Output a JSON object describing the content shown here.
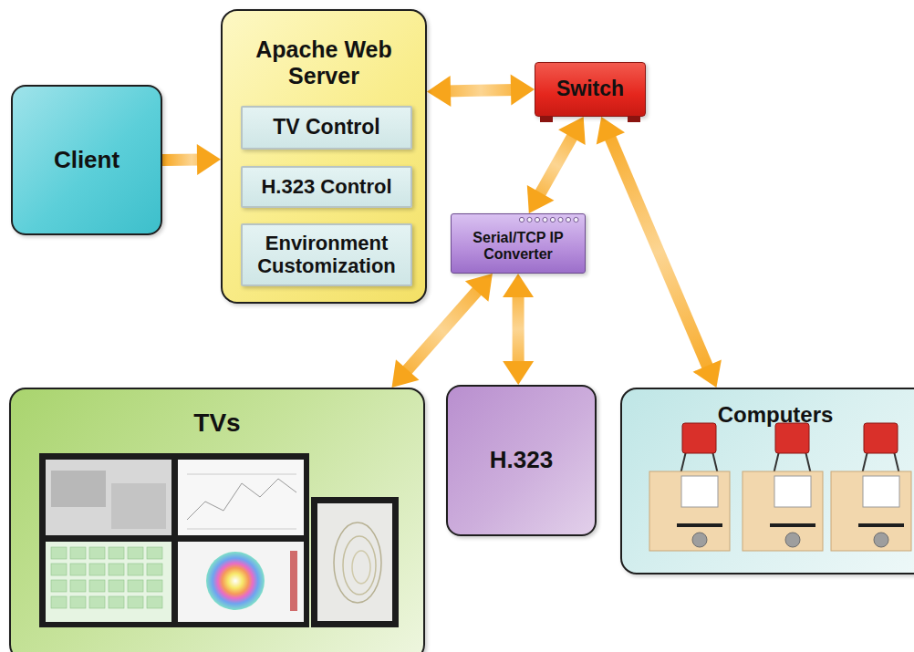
{
  "diagram": {
    "nodes": [
      {
        "text": [
          "Client"
        ]
      },
      {
        "text": [
          "Apache Web Server"
        ]
      },
      {
        "text": [
          "TV Control"
        ],
        "in": 1
      },
      {
        "text": [
          "H.323 Control"
        ],
        "in": 1
      },
      {
        "text": [
          "Environment Customization"
        ],
        "in": 1
      },
      {
        "text": [
          "Switch"
        ]
      },
      {
        "text": [
          "Serial/TCP IP Converter"
        ]
      },
      {
        "text": [
          "TVs"
        ]
      },
      {
        "text": [
          "H.323"
        ]
      },
      {
        "text": [
          "Computers"
        ]
      }
    ],
    "edges": [
      {
        "from": 0,
        "to": 1,
        "arrow": "to"
      },
      {
        "from": 1,
        "to": 5,
        "arrow": "both"
      },
      {
        "from": 5,
        "to": 6,
        "arrow": "both"
      },
      {
        "from": 5,
        "to": 9,
        "arrow": "both"
      },
      {
        "from": 6,
        "to": 7,
        "arrow": "both"
      },
      {
        "from": 6,
        "to": 8,
        "arrow": "both"
      }
    ]
  }
}
